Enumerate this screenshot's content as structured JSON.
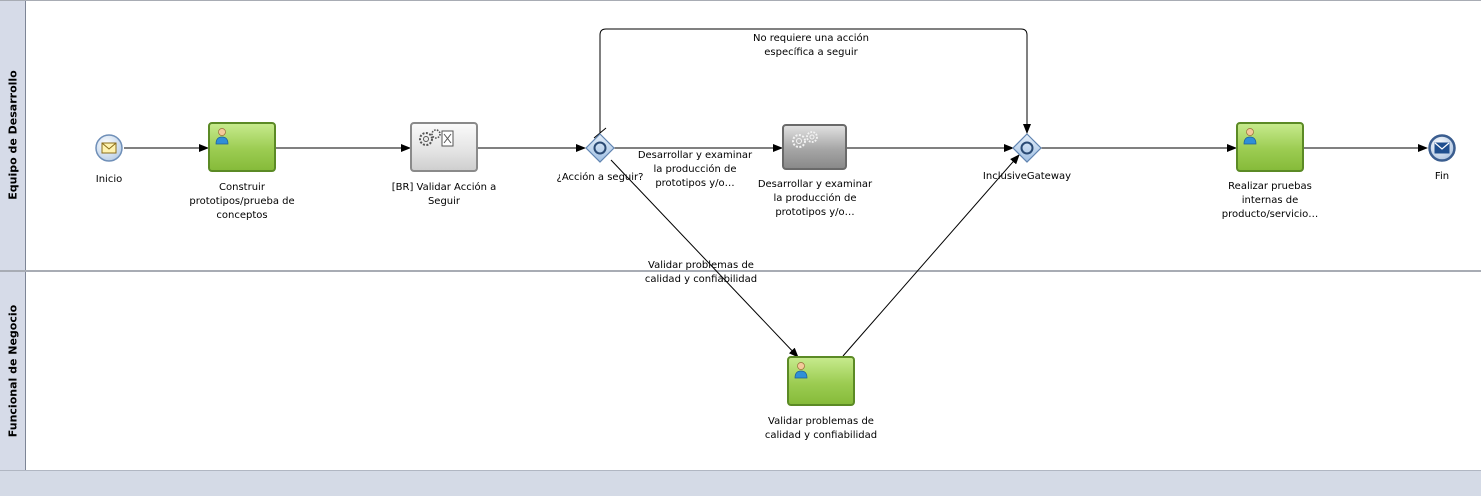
{
  "lanes": [
    {
      "title": "Equipo de Desarrollo"
    },
    {
      "title": "Funcional de Negocio"
    }
  ],
  "nodes": {
    "start": {
      "label": "Inicio",
      "icon": "envelope-icon"
    },
    "build": {
      "label": "Construir\nprototipos/prueba de\nconceptos",
      "icon": "user-icon"
    },
    "validate_br": {
      "label": "[BR] Validar Acción a\nSeguir",
      "icon": "gears-icon"
    },
    "decision": {
      "label": "¿Acción a seguir?"
    },
    "develop": {
      "label": "Desarrollar y examinar\nla producción de\nprototipos y/o…",
      "icon": "gears-icon"
    },
    "inclusive": {
      "label": "InclusiveGateway"
    },
    "tests": {
      "label": "Realizar pruebas\ninternas de\nproducto/servicio…",
      "icon": "user-icon"
    },
    "end": {
      "label": "Fin",
      "icon": "envelope-icon"
    },
    "quality": {
      "label": "Validar problemas de\ncalidad y confiabilidad",
      "icon": "user-icon"
    }
  },
  "flows": {
    "default_flow": "No requiere una acción\nespecífica a seguir",
    "develop_flow": "Desarrollar y examinar\nla producción de\nprototipos y/o…",
    "quality_flow": "Validar problemas de\ncalidad y confiabilidad"
  },
  "colors": {
    "user_task": "#9ccc52",
    "service_task": "#e3e3e3",
    "gateway": "#b9d3ee",
    "lane_header": "#d6dbe8"
  }
}
